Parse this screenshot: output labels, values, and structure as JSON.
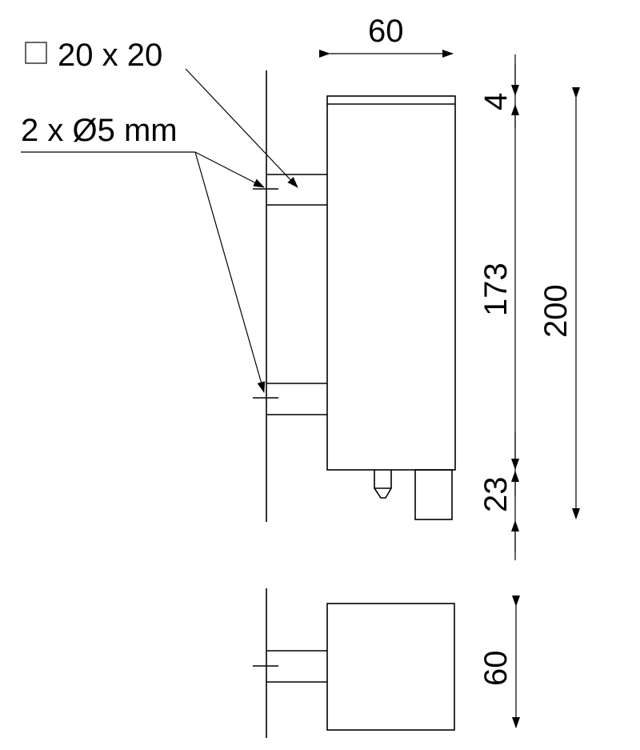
{
  "labels": {
    "profile": "20 x 20",
    "holes": "2 x Ø5 mm",
    "width_top": "60",
    "dim_4": "4",
    "dim_173": "173",
    "dim_23": "23",
    "dim_200": "200",
    "depth_bottom": "60"
  },
  "icons": {
    "profile_symbol": "square-icon"
  }
}
